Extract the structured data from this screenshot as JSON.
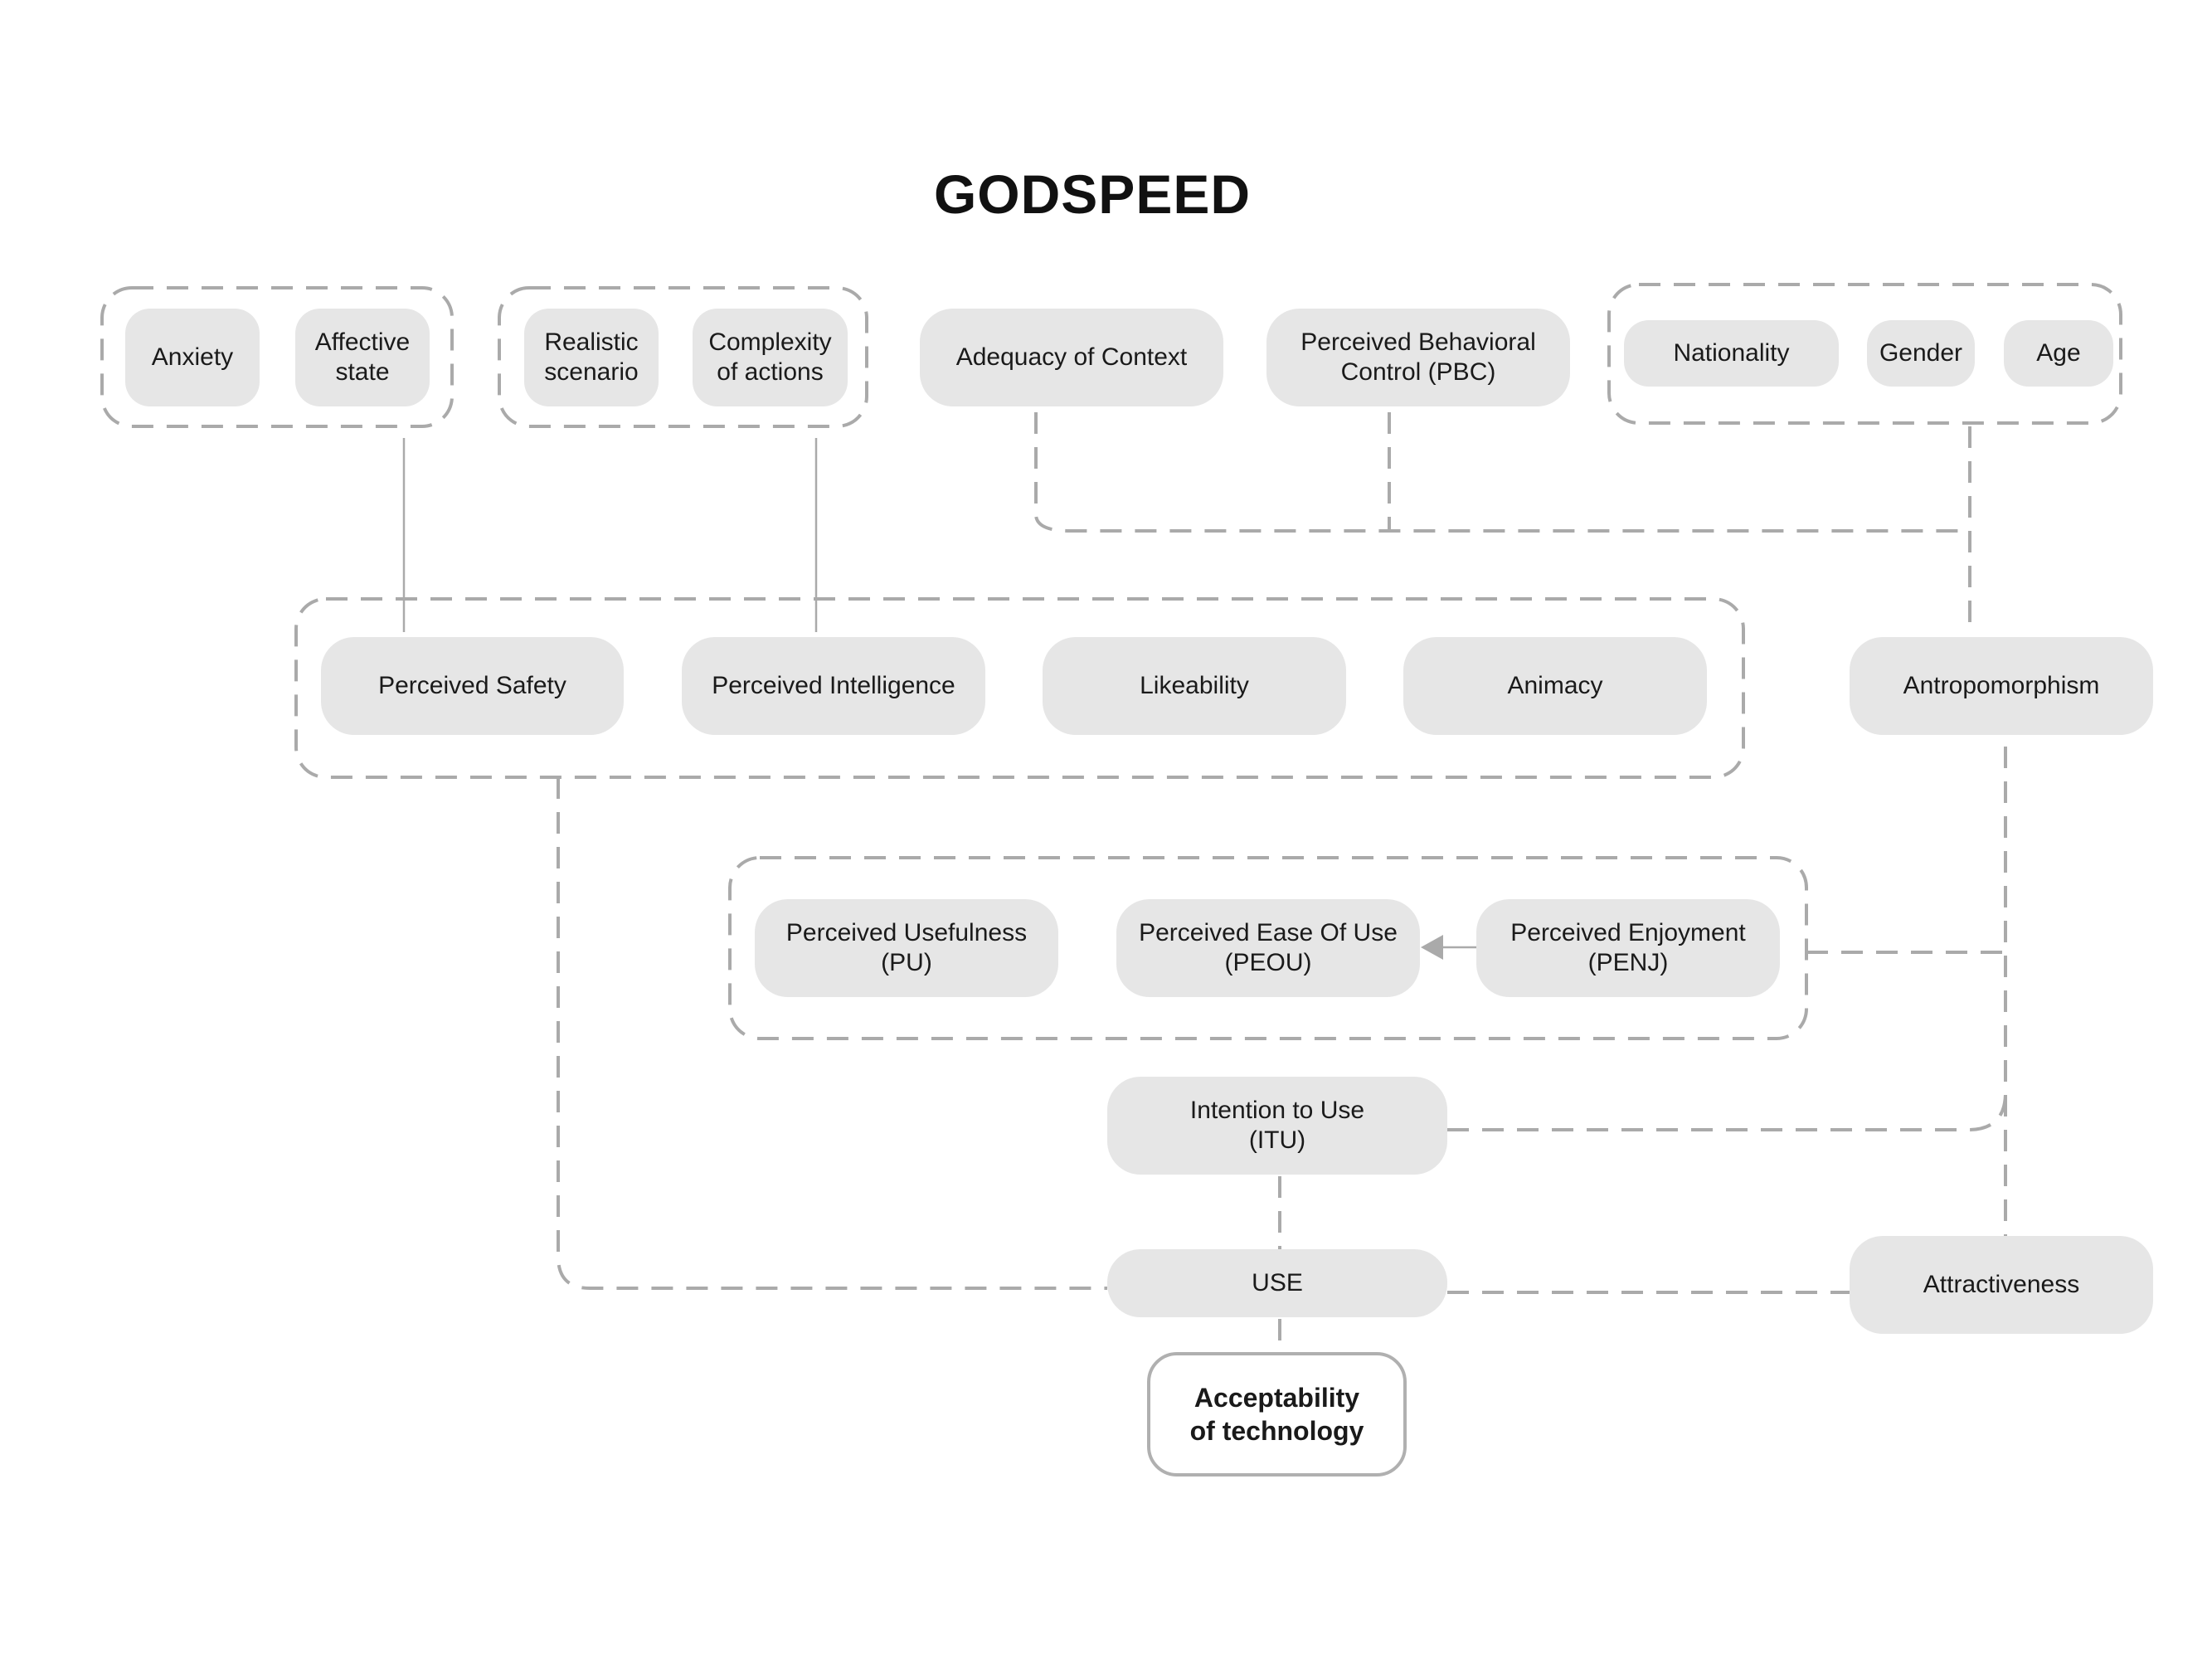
{
  "title": "GODSPEED",
  "nodes": {
    "anxiety": "Anxiety",
    "affective_state": "Affective\nstate",
    "realistic_scenario": "Realistic\nscenario",
    "complexity_of_actions": "Complexity\nof actions",
    "adequacy_of_context": "Adequacy of Context",
    "perceived_behavioral_control": "Perceived Behavioral\nControl (PBC)",
    "nationality": "Nationality",
    "gender": "Gender",
    "age": "Age",
    "perceived_safety": "Perceived Safety",
    "perceived_intelligence": "Perceived Intelligence",
    "likeability": "Likeability",
    "animacy": "Animacy",
    "antropomorphism": "Antropomorphism",
    "perceived_usefulness": "Perceived Usefulness\n(PU)",
    "perceived_ease_of_use": "Perceived Ease Of Use\n(PEOU)",
    "perceived_enjoyment": "Perceived Enjoyment\n(PENJ)",
    "intention_to_use": "Intention to Use\n(ITU)",
    "use": "USE",
    "attractiveness": "Attractiveness",
    "acceptability": "Acceptability\nof technology"
  },
  "colors": {
    "node_fill": "#e6e6e6",
    "connector": "#aaaaaa",
    "group_border": "#aaaaaa",
    "final_border": "#b0b0b0"
  }
}
